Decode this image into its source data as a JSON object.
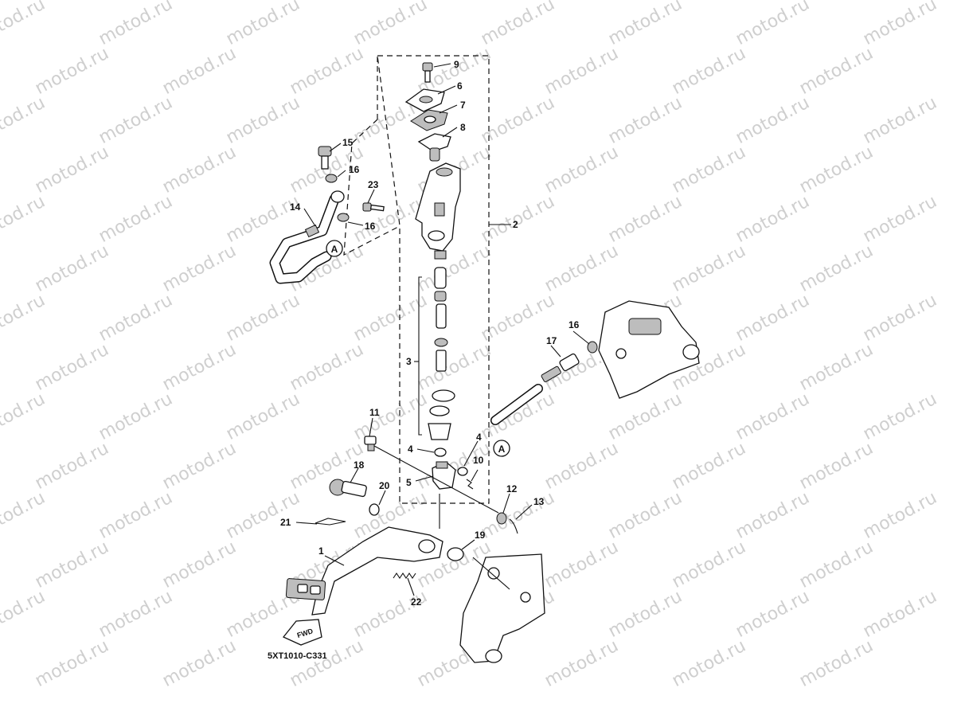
{
  "watermark": "motod.ru",
  "diagram_code": "5XT1010-C331",
  "fwd_label": "FWD",
  "ref_label": "A",
  "callouts": {
    "c1": "1",
    "c2": "2",
    "c3": "3",
    "c4a": "4",
    "c4b": "4",
    "c5": "5",
    "c6": "6",
    "c7": "7",
    "c8": "8",
    "c9": "9",
    "c10": "10",
    "c11": "11",
    "c12": "12",
    "c13": "13",
    "c14": "14",
    "c15": "15",
    "c16a": "16",
    "c16b": "16",
    "c16c": "16",
    "c17": "17",
    "c18": "18",
    "c19": "19",
    "c20": "20",
    "c21": "21",
    "c22": "22",
    "c23": "23"
  },
  "colors": {
    "line": "#111111",
    "watermark": "#cfcfcf",
    "background": "#ffffff"
  }
}
